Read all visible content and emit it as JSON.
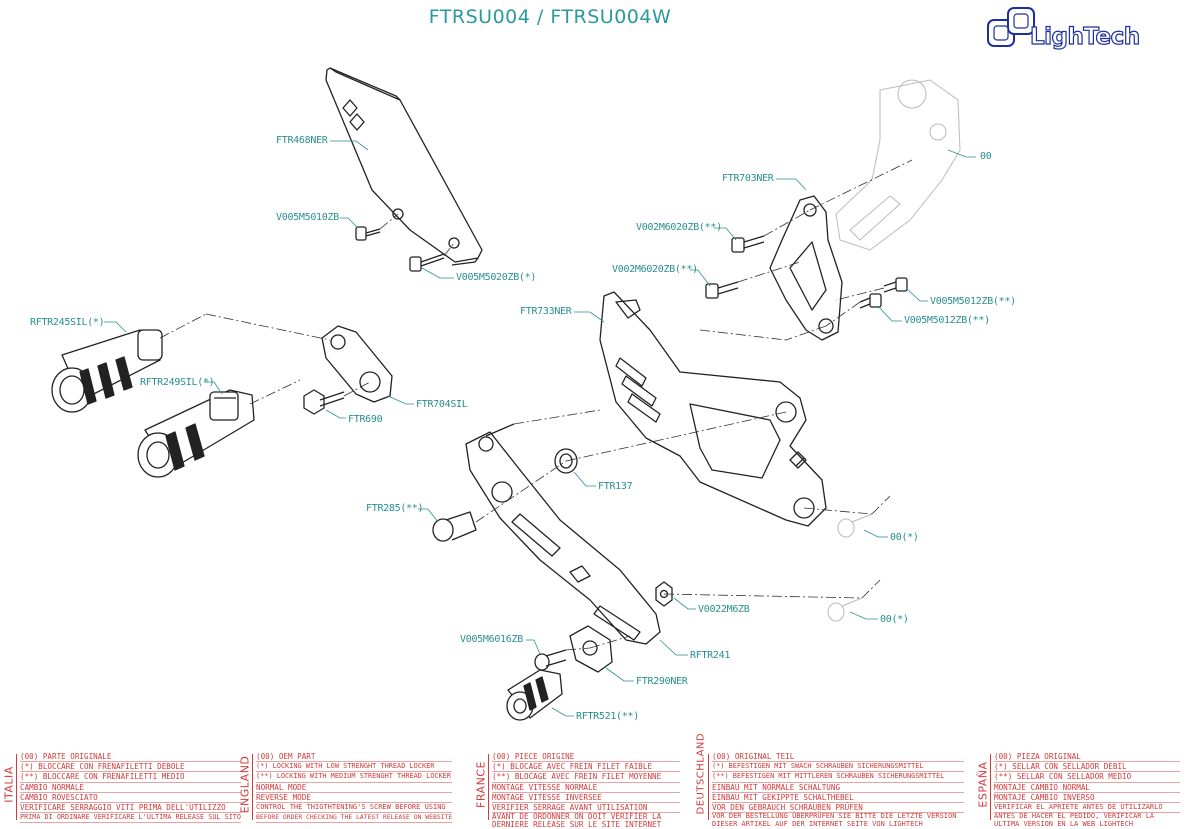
{
  "title": "FTRSU004 / FTRSU004W",
  "brand": {
    "name": "LighTech",
    "color": "#1d2f9e"
  },
  "colors": {
    "accent": "#2a9a9a",
    "legend": "#d23a3a",
    "line": "#222222",
    "ghost": "#bbbbbb"
  },
  "labels": {
    "ftr468ner": "FTR468NER",
    "v005m5010zb": "V005M5010ZB",
    "v005m5020zb": "V005M5020ZB(*)",
    "rftr245sil": "RFTR245SIL(*)",
    "rftr249sil": "RFTR249SIL(*)",
    "ftr690": "FTR690",
    "ftr704sil": "FTR704SIL",
    "oo_top": "00",
    "ftr703ner": "FTR703NER",
    "v002m6020zb_a": "V002M6020ZB(**)",
    "v002m6020zb_b": "V002M6020ZB(**)",
    "v005m5012zb_a": "V005M5012ZB(**)",
    "v005m5012zb_b": "V005M5012ZB(**)",
    "ftr733ner": "FTR733NER",
    "ftr137": "FTR137",
    "ftr285": "FTR285(**)",
    "oo_a": "00(*)",
    "oo_b": "00(*)",
    "v0022m6zb": "V0022M6ZB",
    "v005m6016zb": "V005M6016ZB",
    "rftr241": "RFTR241",
    "ftr290ner": "FTR290NER",
    "rftr521": "RFTR521(**)"
  },
  "legend": [
    {
      "lang": "ITALIA",
      "lines": [
        "(00) PARTE ORIGINALE",
        "(*)   BLOCCARE CON FRENAFILETTI DEBOLE",
        "(**)  BLOCCARE CON FRENAFILETTI MEDIO",
        "CAMBIO NORMALE",
        "CAMBIO ROVESCIATO",
        "VERIFICARE SERRAGGIO VITI PRIMA DELL'UTILIZZO",
        "PRIMA DI ORDINARE VERIFICARE L'ULTIMA RELEASE SUL SITO"
      ]
    },
    {
      "lang": "ENGLAND",
      "lines": [
        "(00) OEM PART",
        "(*)   LOCKING WITH LOW STRENGHT THREAD LOCKER",
        "(**)  LOCKING WITH MEDIUM STRENGHT THREAD LOCKER",
        "NORMAL MODE",
        "REVERSE MODE",
        "CONTROL THE THIGTHTENING'S SCREW BEFORE USING",
        "BEFORE ORDER CHECKING THE LATEST RELEASE ON WEBSITE"
      ]
    },
    {
      "lang": "FRANCE",
      "lines": [
        "(00) PIECE ORIGINE",
        "(*)   BLOCAGE AVEC FREIN FILET FAIBLE",
        "(**)  BLOCAGE AVEC FREIN FILET MOYENNE",
        "MONTAGE VITESSE NORMALE",
        "MONTAGE VITESSE INVERSEE",
        "VERIFIER SERRAGE AVANT UTILISATION",
        "AVANT DE ORDONNER ON DOIT VÉRIFIER LA DERNIERE RELEASE SUR LE SITE INTERNET"
      ]
    },
    {
      "lang": "DEUTSCHLAND",
      "lines": [
        "(00) ORIGINAL TEIL",
        "(*)   BEFESTIGEN MIT SWACH SCHRAUBEN SICHERUNGSMITTEL",
        "(**)  BEFESTIGEN MIT MITTLEREN SCHRAUBEN SICHERUNGSMITTEL",
        "EINBAU MIT NORMALE SCHALTUNG",
        "EINBAU MIT GEKIPPTE SCHALTHEBEL",
        "VOR DEN GEBRAUCH SCHRAUBEN PRÜFEN",
        "VOR DER BESTELLUNG ÜBERPRÜFEN SIE BITTE DIE LETZTE VERSION DIESER ARTIKEL AUF DER INTERNET SEITE VON LIGHTECH"
      ]
    },
    {
      "lang": "ESPAÑA",
      "lines": [
        "(00) PIEZA ORIGINAL",
        "(*)   SELLAR CON SELLADOR DEBIL",
        "(**)  SELLAR CON SELLADOR MEDIO",
        "MONTAJE  CAMBIO NORMAL",
        "MONTAJE CAMBIO INVERSO",
        "VERIFICAR EL APRIETE ANTES DE UTILIZARLO",
        "ANTES DE HACER EL PEDIDO, VERIFICAR LA ULTIMA VERSION EN LA WEB LIGHTECH"
      ]
    }
  ]
}
